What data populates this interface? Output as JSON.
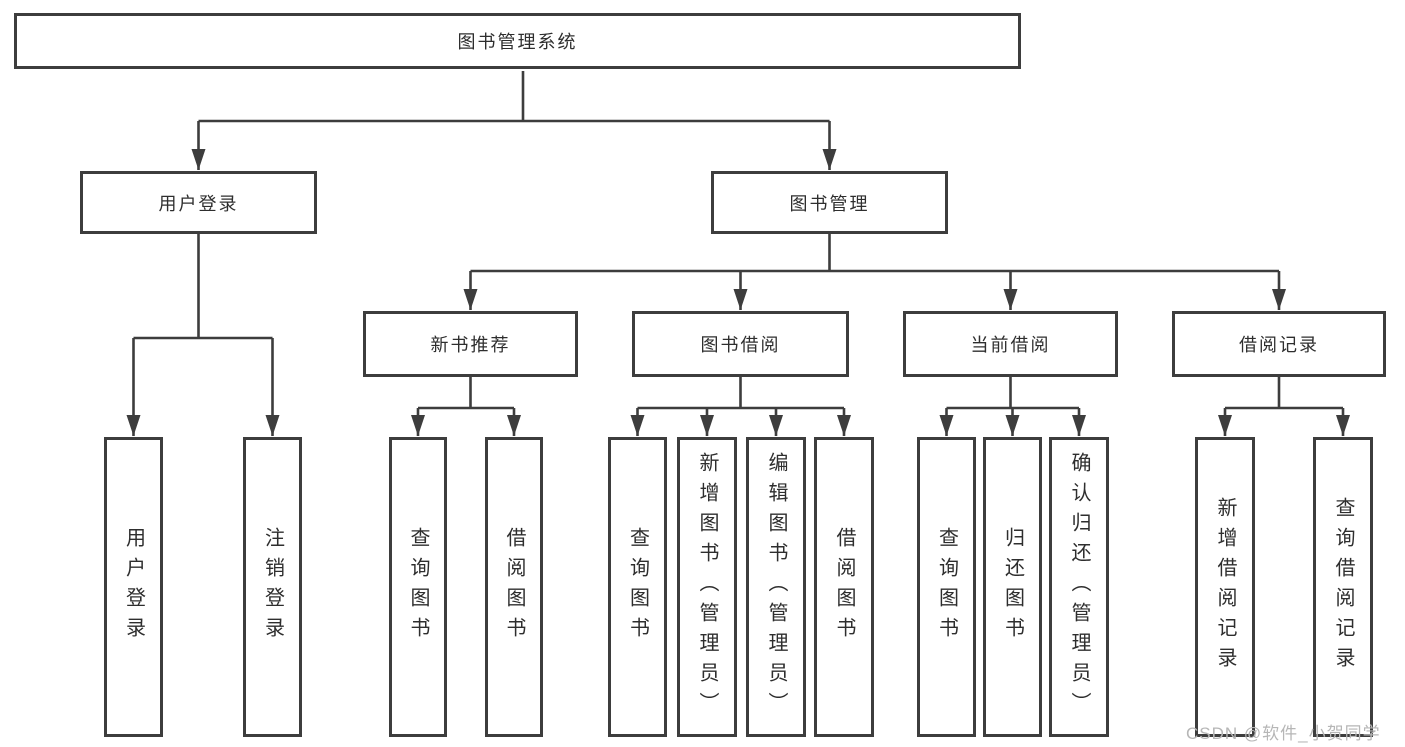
{
  "colors": {
    "line": "#3d3d3d",
    "box_border": "#3d3d3d",
    "text": "#2e2e2e",
    "watermark": "#b6b6b6",
    "background": "#ffffff"
  },
  "watermark": {
    "text": "CSDN @软件_小贺同学"
  },
  "tree": {
    "label": "图书管理系统",
    "children": [
      {
        "label": "用户登录",
        "children": [
          {
            "label": "用户登录"
          },
          {
            "label": "注销登录"
          }
        ]
      },
      {
        "label": "图书管理",
        "children": [
          {
            "label": "新书推荐",
            "children": [
              {
                "label": "查询图书"
              },
              {
                "label": "借阅图书"
              }
            ]
          },
          {
            "label": "图书借阅",
            "children": [
              {
                "label": "查询图书"
              },
              {
                "label": "新增图书（管理员）"
              },
              {
                "label": "编辑图书（管理员）"
              },
              {
                "label": "借阅图书"
              }
            ]
          },
          {
            "label": "当前借阅",
            "children": [
              {
                "label": "查询图书"
              },
              {
                "label": "归还图书"
              },
              {
                "label": "确认归还（管理员）"
              }
            ]
          },
          {
            "label": "借阅记录",
            "children": [
              {
                "label": "新增借阅记录"
              },
              {
                "label": "查询借阅记录"
              }
            ]
          }
        ]
      }
    ]
  }
}
